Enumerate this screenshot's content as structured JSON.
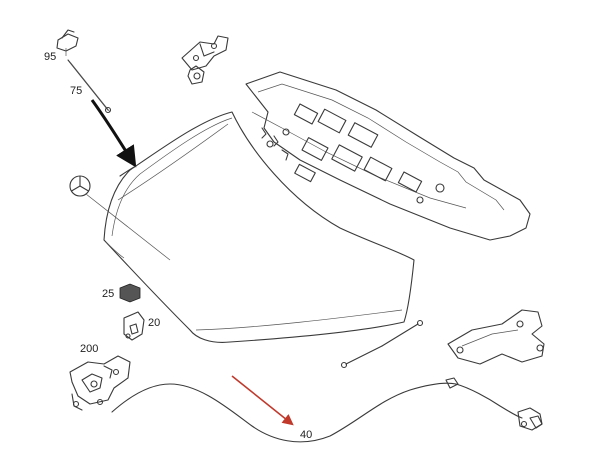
{
  "callouts": [
    {
      "id": "95",
      "text": "95"
    },
    {
      "id": "75",
      "text": "75"
    },
    {
      "id": "25",
      "text": "25"
    },
    {
      "id": "20",
      "text": "20"
    },
    {
      "id": "200",
      "text": "200"
    },
    {
      "id": "40",
      "text": "40"
    }
  ],
  "colors": {
    "line": "#3a3a3a",
    "highlight_arrow": "#c0392b",
    "background": "#ffffff"
  },
  "icons": {
    "emblem": "three-pointed-star-icon"
  }
}
